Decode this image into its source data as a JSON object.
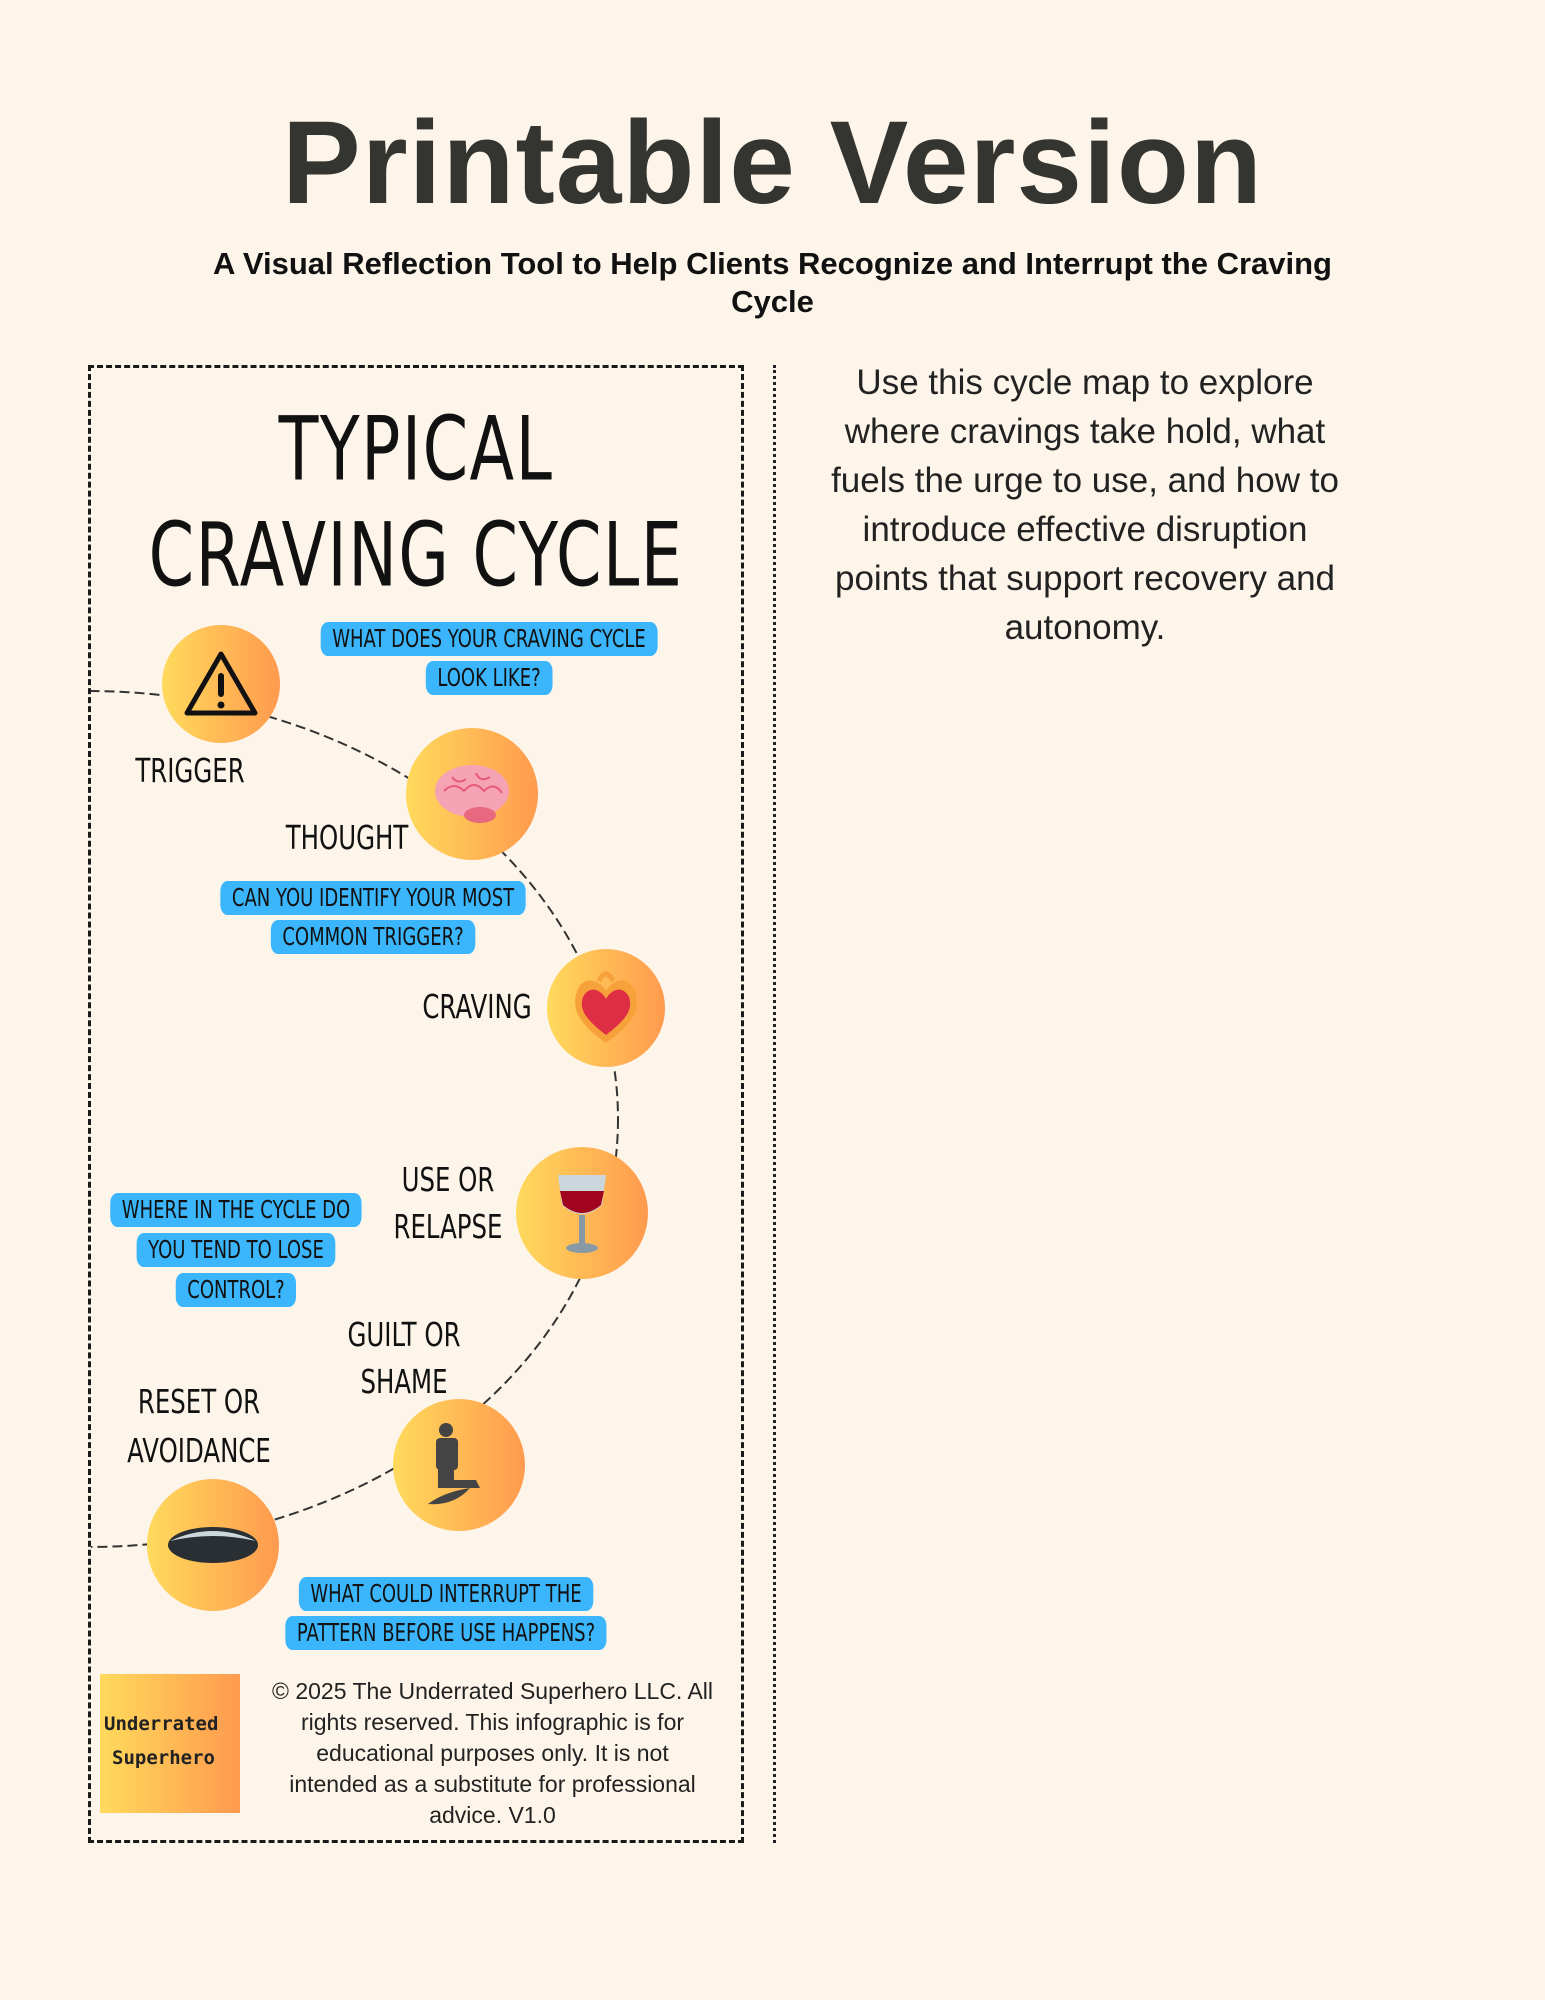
{
  "header": {
    "title": "Printable Version",
    "subtitle_lines": [
      "A Visual Reflection Tool to Help Clients Recognize and Interrupt the Craving",
      "Cycle"
    ]
  },
  "description_lines": [
    "Use this cycle map to explore",
    "where cravings take hold, what",
    "fuels the urge to use, and how to",
    "introduce effective disruption",
    "points that support recovery and",
    "autonomy."
  ],
  "infographic": {
    "title_lines": [
      "TYPICAL",
      "CRAVING CYCLE"
    ],
    "stages": [
      {
        "label_lines": [
          "TRIGGER"
        ],
        "icon": "warning-icon"
      },
      {
        "label_lines": [
          "THOUGHT"
        ],
        "icon": "brain-icon"
      },
      {
        "label_lines": [
          "CRAVING"
        ],
        "icon": "heart-on-fire-icon"
      },
      {
        "label_lines": [
          "USE OR",
          "RELAPSE"
        ],
        "icon": "wine-glass-icon"
      },
      {
        "label_lines": [
          "GUILT OR",
          "SHAME"
        ],
        "icon": "kneeling-person-icon"
      },
      {
        "label_lines": [
          "RESET OR",
          "AVOIDANCE"
        ],
        "icon": "hole-icon"
      }
    ],
    "questions": [
      [
        "WHAT DOES YOUR CRAVING CYCLE",
        "LOOK LIKE?"
      ],
      [
        "CAN YOU IDENTIFY YOUR MOST",
        "COMMON TRIGGER?"
      ],
      [
        "WHERE IN THE CYCLE DO",
        "YOU TEND TO LOSE",
        "CONTROL?"
      ],
      [
        "WHAT COULD INTERRUPT THE",
        "PATTERN BEFORE USE HAPPENS?"
      ]
    ],
    "logo_lines": [
      "Underrated",
      "Superhero"
    ],
    "copyright_lines": [
      "© 2025 The Underrated Superhero LLC. All",
      "rights reserved. This infographic is for",
      "educational purposes only. It is not",
      "intended as a substitute for professional",
      "advice. V1.0"
    ]
  },
  "colors": {
    "background": "#fdf5e9",
    "bubble": "#3bb5fb",
    "circle_start": "#ffda5c",
    "circle_end": "#ff9a4e"
  }
}
